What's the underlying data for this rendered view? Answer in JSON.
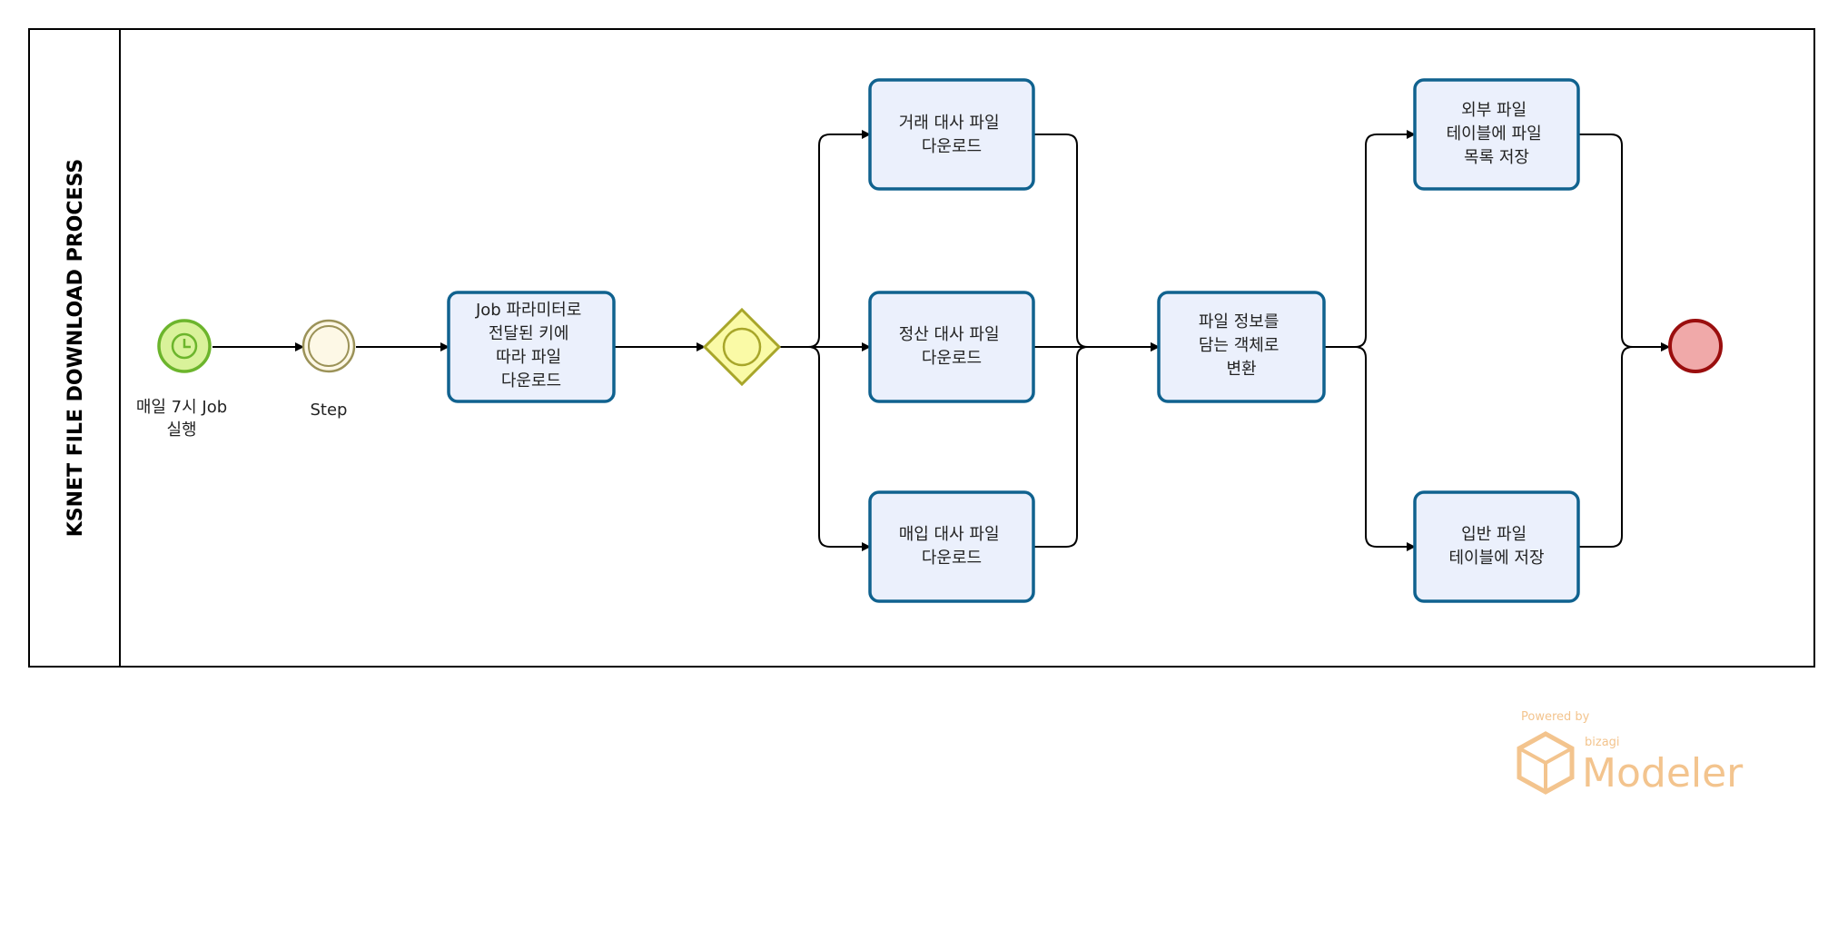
{
  "pool": {
    "title": "KSNET FILE DOWNLOAD PROCESS"
  },
  "start_event": {
    "label_line1": "매일 7시 Job",
    "label_line2": "실행"
  },
  "intermediate_event": {
    "label": "Step"
  },
  "tasks": {
    "download_by_key": [
      "Job 파라미터로",
      "전달된 키에",
      "따라 파일",
      "다운로드"
    ],
    "trade_download": [
      "거래 대사 파일",
      "다운로드"
    ],
    "settle_download": [
      "정산 대사 파일",
      "다운로드"
    ],
    "purchase_download": [
      "매입 대사 파일",
      "다운로드"
    ],
    "convert_object": [
      "파일 정보를",
      "담는 객체로",
      "변환"
    ],
    "external_save": [
      "외부 파일",
      "테이블에 파일",
      "목록 저장"
    ],
    "inbound_save": [
      "입반 파일",
      "테이블에 저장"
    ]
  },
  "watermark": {
    "powered_by": "Powered by",
    "brand": "bizagi",
    "product": "Modeler"
  },
  "colors": {
    "task_fill": "#ebf0fc",
    "task_stroke": "#10628f",
    "start_fill": "#d9f29a",
    "start_stroke": "#6cb52c",
    "intermediate_fill": "#fdf8e6",
    "intermediate_stroke": "#9b9258",
    "gateway_fill": "#fafaa6",
    "gateway_stroke": "#a8a62a",
    "end_fill": "#f0a9a9",
    "end_stroke": "#9a0e0e",
    "watermark": "#f3c48e"
  }
}
